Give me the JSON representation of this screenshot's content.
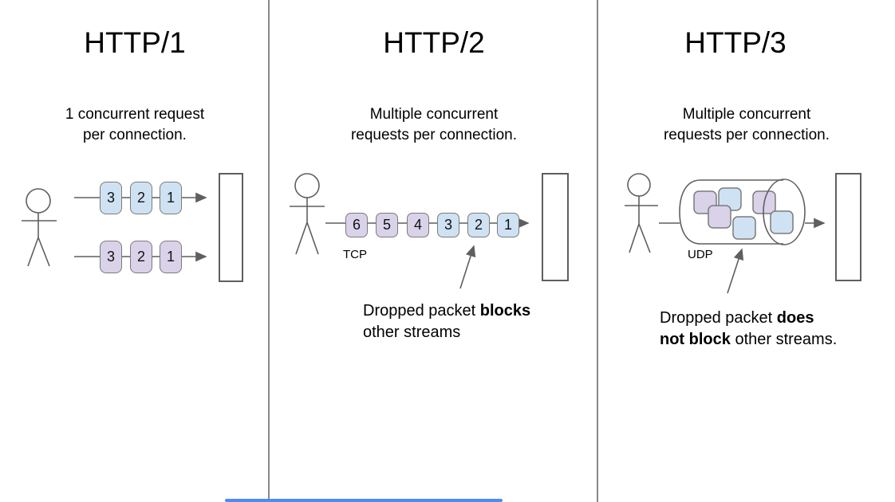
{
  "colors": {
    "blue": "#cfe2f3",
    "purple": "#d9d2e9",
    "stroke": "#5f5f5f",
    "divider": "#888888",
    "scrollbar_blue": "#4f8bf0"
  },
  "panels": [
    {
      "title": "HTTP/1",
      "subtitle": "1 concurrent request\nper connection.",
      "rows": [
        {
          "packets": [
            {
              "label": "3",
              "color": "blue"
            },
            {
              "label": "2",
              "color": "blue"
            },
            {
              "label": "1",
              "color": "blue"
            }
          ]
        },
        {
          "packets": [
            {
              "label": "3",
              "color": "purple"
            },
            {
              "label": "2",
              "color": "purple"
            },
            {
              "label": "1",
              "color": "purple"
            }
          ]
        }
      ]
    },
    {
      "title": "HTTP/2",
      "subtitle": "Multiple concurrent\nrequests per connection.",
      "transport": "TCP",
      "packets": [
        {
          "label": "6",
          "color": "purple"
        },
        {
          "label": "5",
          "color": "purple"
        },
        {
          "label": "4",
          "color": "purple"
        },
        {
          "label": "3",
          "color": "blue"
        },
        {
          "label": "2",
          "color": "blue"
        },
        {
          "label": "1",
          "color": "blue"
        }
      ],
      "note": {
        "l1": "Dropped packet ",
        "l1b": "blocks",
        "l2b": "",
        "l2": "other streams"
      }
    },
    {
      "title": "HTTP/3",
      "subtitle": "Multiple concurrent\nrequests per connection.",
      "transport": "UDP",
      "packets": [
        {
          "color": "purple"
        },
        {
          "color": "blue"
        },
        {
          "color": "purple"
        },
        {
          "color": "blue"
        },
        {
          "color": "purple"
        },
        {
          "color": "blue"
        }
      ],
      "note": {
        "l1": "Dropped packet ",
        "l1b": "does",
        "l2b": "not block",
        "l2": " other streams."
      }
    }
  ]
}
